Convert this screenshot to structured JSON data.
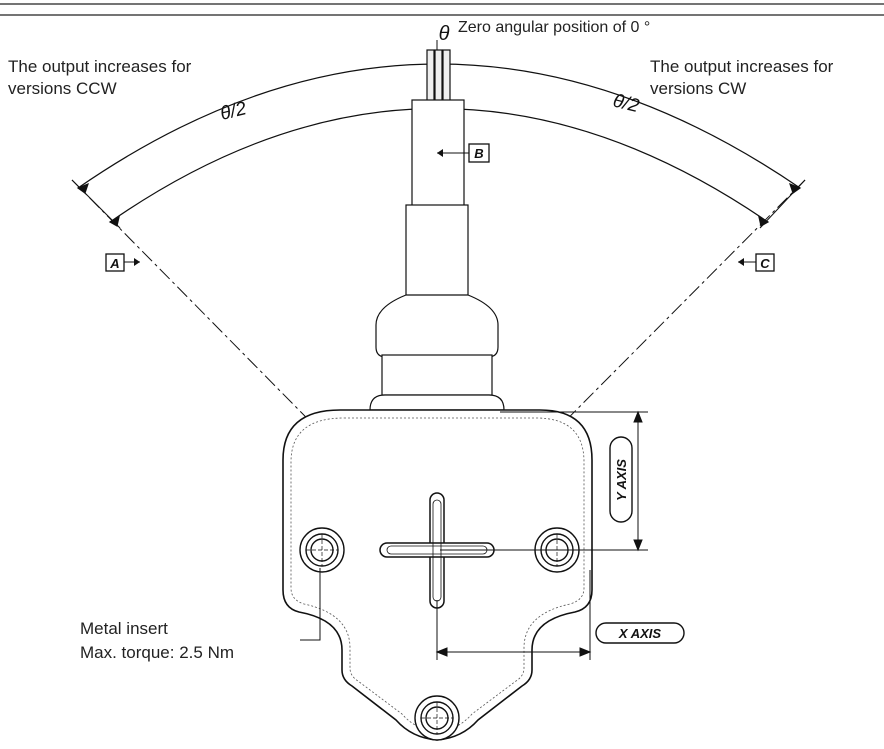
{
  "theta_symbol": "θ",
  "zero_position_label": "Zero angular position of 0 °",
  "ccw_note": {
    "line1": "The output increases for",
    "line2": "versions CCW"
  },
  "cw_note": {
    "line1": "The output increases for",
    "line2": "versions CW"
  },
  "half_angle_label": "θ/2",
  "datum_a": "A",
  "datum_b": "B",
  "datum_c": "C",
  "y_axis_label": "Y AXIS",
  "x_axis_label": "X AXIS",
  "insert_note": {
    "line1": "Metal insert",
    "line2": "Max. torque: 2.5 Nm"
  }
}
